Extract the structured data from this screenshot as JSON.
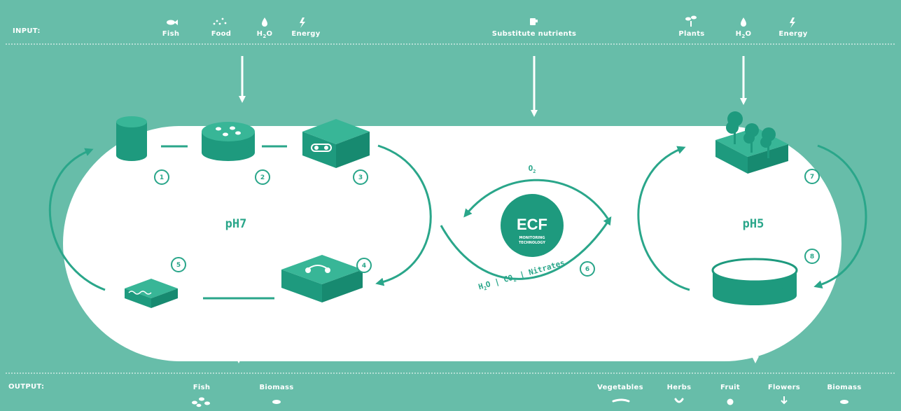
{
  "input": {
    "label": "INPUT:",
    "items": [
      {
        "label": "Fish",
        "icon": "fish-icon"
      },
      {
        "label": "Food",
        "icon": "food-pellets-icon"
      },
      {
        "label": "H",
        "sub": "2",
        "after": "O",
        "icon": "water-drop-icon"
      },
      {
        "label": "Energy",
        "icon": "lightning-icon"
      },
      {
        "label": "Substitute nutrients",
        "icon": "nutrient-jug-icon"
      },
      {
        "label": "Plants",
        "icon": "sprout-icon"
      },
      {
        "label": "H",
        "sub": "2",
        "after": "O",
        "icon": "water-drop-icon"
      },
      {
        "label": "Energy",
        "icon": "lightning-icon"
      }
    ]
  },
  "output": {
    "label": "OUTPUT:",
    "items": [
      {
        "label": "Fish",
        "icon": "fish-output-icon"
      },
      {
        "label": "Biomass",
        "icon": "biomass-icon"
      },
      {
        "label": "Vegetables",
        "icon": "vegetable-icon"
      },
      {
        "label": "Herbs",
        "icon": "herb-icon"
      },
      {
        "label": "Fruit",
        "icon": "fruit-icon"
      },
      {
        "label": "Flowers",
        "icon": "flower-icon"
      },
      {
        "label": "Biomass",
        "icon": "biomass-icon"
      }
    ]
  },
  "loops": {
    "left_ph": "pH7",
    "right_ph": "pH5"
  },
  "steps": [
    "1",
    "2",
    "3",
    "4",
    "5",
    "6",
    "7",
    "8"
  ],
  "center": {
    "logo": "ECF",
    "logo_sub1": "MONITORING",
    "logo_sub2": "TECHNOLOGY",
    "top_flow": "O",
    "top_flow_sub": "2",
    "bottom_flow_a": "H",
    "bottom_flow_a_sub": "2",
    "bottom_flow_b": "O | CO",
    "bottom_flow_b_sub": "2",
    "bottom_flow_c": " | Nitrates"
  },
  "colors": {
    "background": "#67bda9",
    "accent": "#2aa68a",
    "loop": "#ffffff"
  }
}
